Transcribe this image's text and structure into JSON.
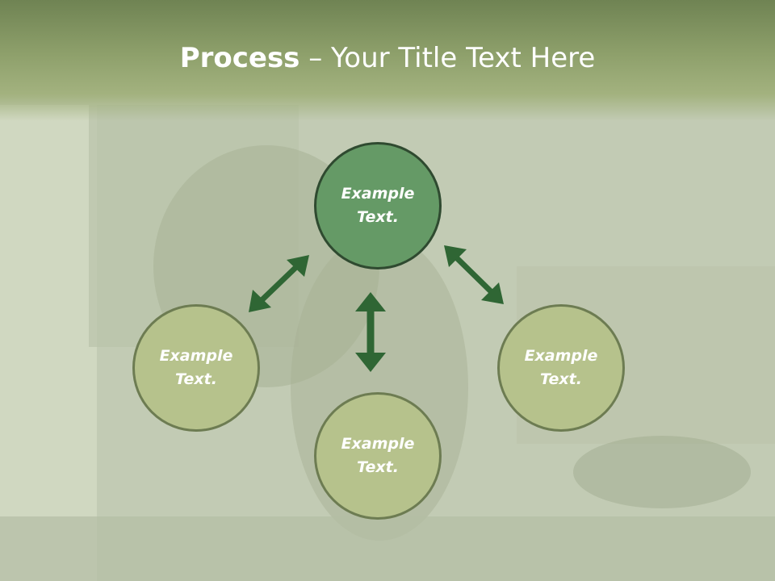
{
  "title": {
    "bold": "Process",
    "rest": " – Your Title Text Here"
  },
  "nodes": [
    {
      "line1": "Example",
      "line2": "Text."
    },
    {
      "line1": "Example",
      "line2": "Text."
    },
    {
      "line1": "Example",
      "line2": "Text."
    },
    {
      "line1": "Example",
      "line2": "Text."
    }
  ],
  "colors": {
    "arrow": "#2f6634",
    "node_top": "#659a66",
    "node_other": "#b6c28c",
    "title_band": "#8ea06b"
  }
}
